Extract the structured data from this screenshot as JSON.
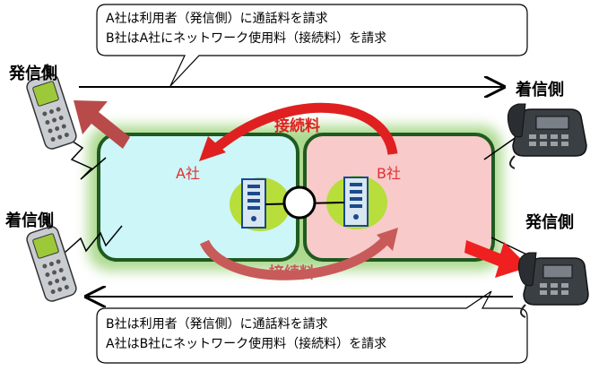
{
  "callout_top": {
    "line1": "A社は利用者（発信側）に通話料を請求",
    "line2": "B社はA社にネットワーク使用料（接続料）を請求"
  },
  "callout_bottom": {
    "line1": "B社は利用者（発信側）に通話料を請求",
    "line2": "A社はB社にネットワーク使用料（接続料）を請求"
  },
  "labels": {
    "top_left_role": "発信側",
    "top_right_role": "着信側",
    "bottom_left_role": "着信側",
    "bottom_right_role": "発信側",
    "company_a": "A社",
    "company_b": "B社",
    "fee_top": "接続料",
    "fee_bottom": "接続料"
  },
  "colors": {
    "company_a_fill": "#ccf6f8",
    "company_b_fill": "#f8caca",
    "network_border": "#1f5a1f",
    "glow": "#a8d88a",
    "fee_arrow_top": "#e02020",
    "fee_arrow_bottom": "#c85a5a",
    "user_arrow": "#b94a4a",
    "user_arrow_bright": "#f02020"
  }
}
